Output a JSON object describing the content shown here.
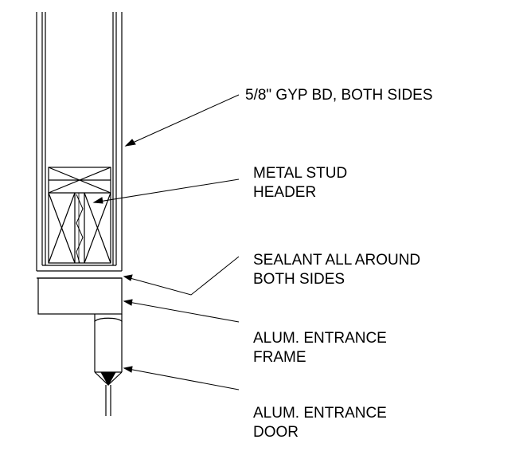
{
  "callouts": [
    {
      "lines": [
        "5/8\" GYP BD, BOTH SIDES"
      ]
    },
    {
      "lines": [
        "METAL STUD",
        "HEADER"
      ]
    },
    {
      "lines": [
        "SEALANT ALL AROUND",
        "BOTH SIDES"
      ]
    },
    {
      "lines": [
        "ALUM. ENTRANCE",
        "FRAME"
      ]
    },
    {
      "lines": [
        "ALUM. ENTRANCE",
        "DOOR"
      ]
    }
  ]
}
